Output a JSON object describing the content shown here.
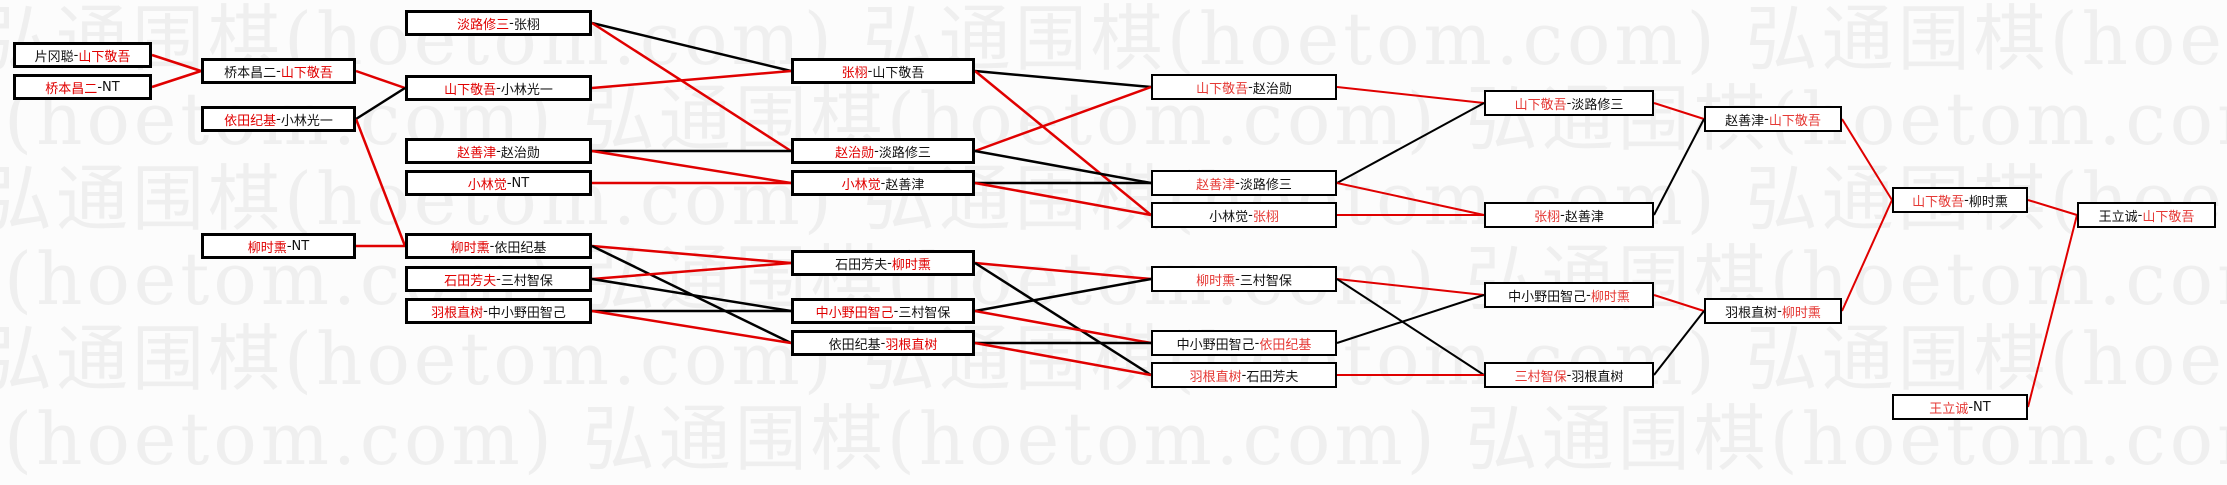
{
  "watermark": "弘通围棋(hoetom.com) 弘通围棋(hoetom.com) 弘通围棋(hoetom.com)",
  "colors": {
    "red": "#e00000",
    "black": "#000000"
  },
  "separator": "-",
  "matches": [
    {
      "left": "片冈聪",
      "right": "山下敬吾",
      "red": "right"
    },
    {
      "left": "桥本昌二",
      "right": "NT",
      "red": "left"
    },
    {
      "left": "桥本昌二",
      "right": "山下敬吾",
      "red": "right"
    },
    {
      "left": "依田纪基",
      "right": "小林光一",
      "red": "left"
    },
    {
      "left": "柳时熏",
      "right": "NT",
      "red": "left"
    },
    {
      "left": "淡路修三",
      "right": "张栩",
      "red": "left"
    },
    {
      "left": "山下敬吾",
      "right": "小林光一",
      "red": "left"
    },
    {
      "left": "赵善津",
      "right": "赵治勋",
      "red": "left"
    },
    {
      "left": "小林觉",
      "right": "NT",
      "red": "left"
    },
    {
      "left": "柳时熏",
      "right": "依田纪基",
      "red": "left"
    },
    {
      "left": "石田芳夫",
      "right": "三村智保",
      "red": "left"
    },
    {
      "left": "羽根直树",
      "right": "中小野田智己",
      "red": "left"
    },
    {
      "left": "张栩",
      "right": "山下敬吾",
      "red": "left"
    },
    {
      "left": "赵治勋",
      "right": "淡路修三",
      "red": "left"
    },
    {
      "left": "小林觉",
      "right": "赵善津",
      "red": "left"
    },
    {
      "left": "石田芳夫",
      "right": "柳时熏",
      "red": "right"
    },
    {
      "left": "中小野田智己",
      "right": "三村智保",
      "red": "left"
    },
    {
      "left": "依田纪基",
      "right": "羽根直树",
      "red": "right"
    },
    {
      "left": "山下敬吾",
      "right": "赵治勋",
      "red": "left"
    },
    {
      "left": "赵善津",
      "right": "淡路修三",
      "red": "left"
    },
    {
      "left": "小林觉",
      "right": "张栩",
      "red": "right"
    },
    {
      "left": "柳时熏",
      "right": "三村智保",
      "red": "left"
    },
    {
      "left": "中小野田智己",
      "right": "依田纪基",
      "red": "right"
    },
    {
      "left": "羽根直树",
      "right": "石田芳夫",
      "red": "left"
    },
    {
      "left": "山下敬吾",
      "right": "淡路修三",
      "red": "left"
    },
    {
      "left": "张栩",
      "right": "赵善津",
      "red": "left"
    },
    {
      "left": "中小野田智己",
      "right": "柳时熏",
      "red": "right"
    },
    {
      "left": "三村智保",
      "right": "羽根直树",
      "red": "left"
    },
    {
      "left": "赵善津",
      "right": "山下敬吾",
      "red": "right"
    },
    {
      "left": "羽根直树",
      "right": "柳时熏",
      "red": "right"
    },
    {
      "left": "山下敬吾",
      "right": "柳时熏",
      "red": "left"
    },
    {
      "left": "王立诚",
      "right": "NT",
      "red": "left"
    },
    {
      "left": "王立诚",
      "right": "山下敬吾",
      "red": "right"
    }
  ],
  "links": [
    [
      0,
      2,
      "red"
    ],
    [
      1,
      2,
      "red"
    ],
    [
      2,
      6,
      "red"
    ],
    [
      3,
      6,
      "black"
    ],
    [
      3,
      9,
      "red"
    ],
    [
      4,
      9,
      "red"
    ],
    [
      5,
      12,
      "black"
    ],
    [
      5,
      13,
      "red"
    ],
    [
      6,
      12,
      "red"
    ],
    [
      7,
      13,
      "black"
    ],
    [
      7,
      14,
      "red"
    ],
    [
      8,
      14,
      "red"
    ],
    [
      9,
      15,
      "red"
    ],
    [
      9,
      17,
      "black"
    ],
    [
      10,
      15,
      "red"
    ],
    [
      10,
      16,
      "black"
    ],
    [
      11,
      16,
      "black"
    ],
    [
      11,
      17,
      "red"
    ],
    [
      12,
      18,
      "black"
    ],
    [
      12,
      20,
      "red"
    ],
    [
      13,
      18,
      "red"
    ],
    [
      13,
      19,
      "black"
    ],
    [
      14,
      19,
      "black"
    ],
    [
      14,
      20,
      "red"
    ],
    [
      15,
      21,
      "red"
    ],
    [
      15,
      23,
      "black"
    ],
    [
      16,
      21,
      "black"
    ],
    [
      16,
      22,
      "red"
    ],
    [
      17,
      22,
      "black"
    ],
    [
      17,
      23,
      "red"
    ],
    [
      18,
      24,
      "red"
    ],
    [
      19,
      24,
      "black"
    ],
    [
      19,
      25,
      "red"
    ],
    [
      20,
      25,
      "red"
    ],
    [
      21,
      26,
      "red"
    ],
    [
      21,
      27,
      "black"
    ],
    [
      22,
      26,
      "black"
    ],
    [
      23,
      27,
      "red"
    ],
    [
      24,
      28,
      "red"
    ],
    [
      25,
      28,
      "black"
    ],
    [
      26,
      29,
      "red"
    ],
    [
      27,
      29,
      "black"
    ],
    [
      28,
      30,
      "red"
    ],
    [
      29,
      30,
      "red"
    ],
    [
      30,
      32,
      "red"
    ],
    [
      31,
      32,
      "red"
    ]
  ]
}
